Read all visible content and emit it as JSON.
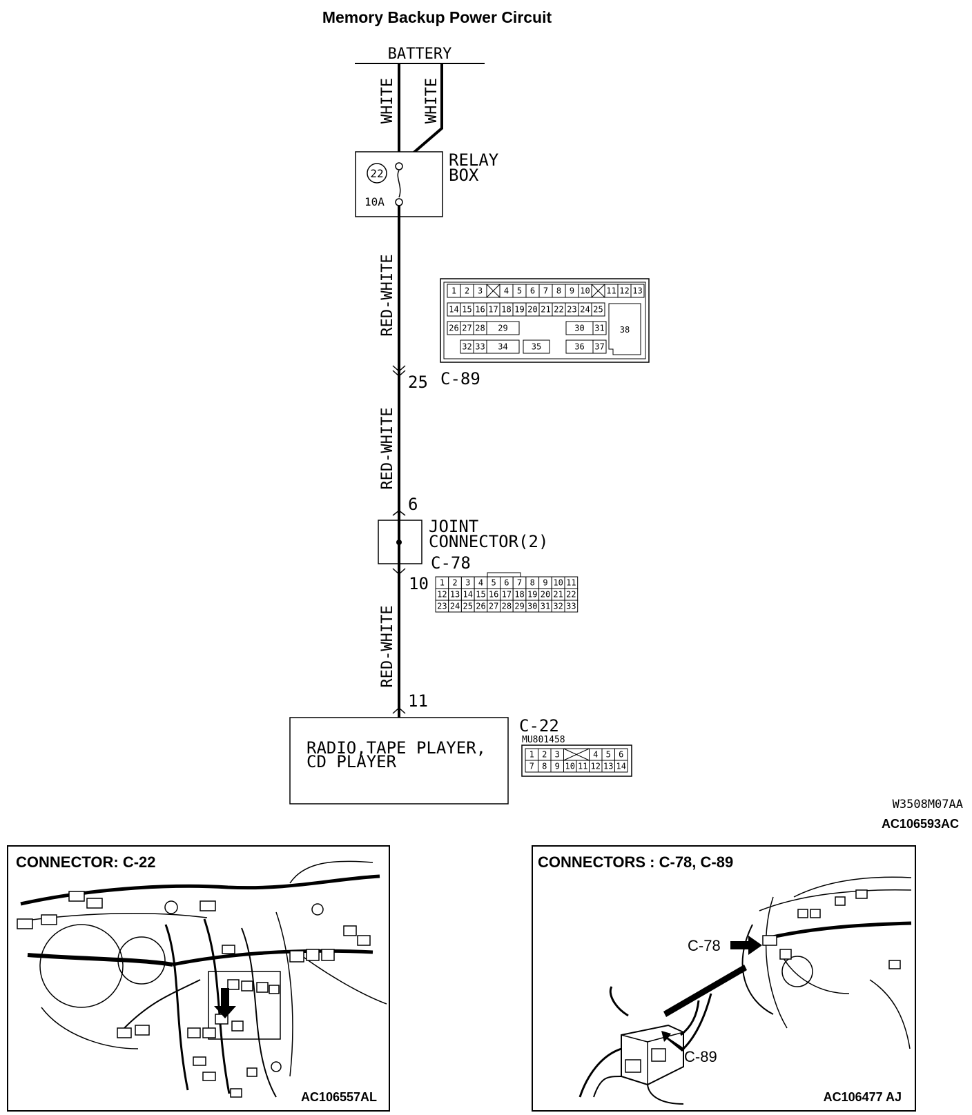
{
  "title": "Memory Backup Power Circuit",
  "battery_label": "BATTERY",
  "wires": {
    "battery_left": "WHITE",
    "battery_right": "WHITE",
    "relay_to_c89": "RED-WHITE",
    "c89_to_joint": "RED-WHITE",
    "joint_to_radio": "RED-WHITE"
  },
  "relay_box": {
    "label_line1": "RELAY",
    "label_line2": "BOX",
    "fuse_number": "22",
    "fuse_rating": "10A"
  },
  "c89": {
    "pin": "25",
    "name": "C-89",
    "row1": [
      "1",
      "2",
      "3",
      "",
      "4",
      "5",
      "6",
      "7",
      "8",
      "9",
      "10",
      "",
      "11",
      "12",
      "13"
    ],
    "row2": [
      "14",
      "15",
      "16",
      "17",
      "18",
      "19",
      "20",
      "21",
      "22",
      "23",
      "24",
      "25"
    ],
    "row3": [
      "26",
      "27",
      "28",
      "29",
      "30",
      "31"
    ],
    "row4": [
      "32",
      "33",
      "34",
      "35",
      "36",
      "37"
    ],
    "big_pin": "38"
  },
  "joint": {
    "pin_in": "6",
    "pin_out": "10",
    "label_line1": "JOINT",
    "label_line2": "CONNECTOR(2)",
    "name": "C-78",
    "rows": [
      [
        "1",
        "2",
        "3",
        "4",
        "5",
        "6",
        "7",
        "8",
        "9",
        "10",
        "11"
      ],
      [
        "12",
        "13",
        "14",
        "15",
        "16",
        "17",
        "18",
        "19",
        "20",
        "21",
        "22"
      ],
      [
        "23",
        "24",
        "25",
        "26",
        "27",
        "28",
        "29",
        "30",
        "31",
        "32",
        "33"
      ]
    ]
  },
  "radio": {
    "pin": "11",
    "label_line1": "RADIO,TAPE PLAYER,",
    "label_line2": "CD PLAYER",
    "name": "C-22",
    "part_no": "MU801458",
    "row1": [
      "1",
      "2",
      "3",
      "",
      "4",
      "5",
      "6"
    ],
    "row2": [
      "7",
      "8",
      "9",
      "10",
      "11",
      "12",
      "13",
      "14"
    ]
  },
  "codes": {
    "wcode": "W3508M07AA",
    "acode": "AC106593AC"
  },
  "panels": {
    "left": {
      "title": "CONNECTOR: C-22",
      "code": "AC106557AL"
    },
    "right": {
      "title": "CONNECTORS : C-78, C-89",
      "code": "AC106477 AJ",
      "c78": "C-78",
      "c89": "C-89"
    }
  }
}
